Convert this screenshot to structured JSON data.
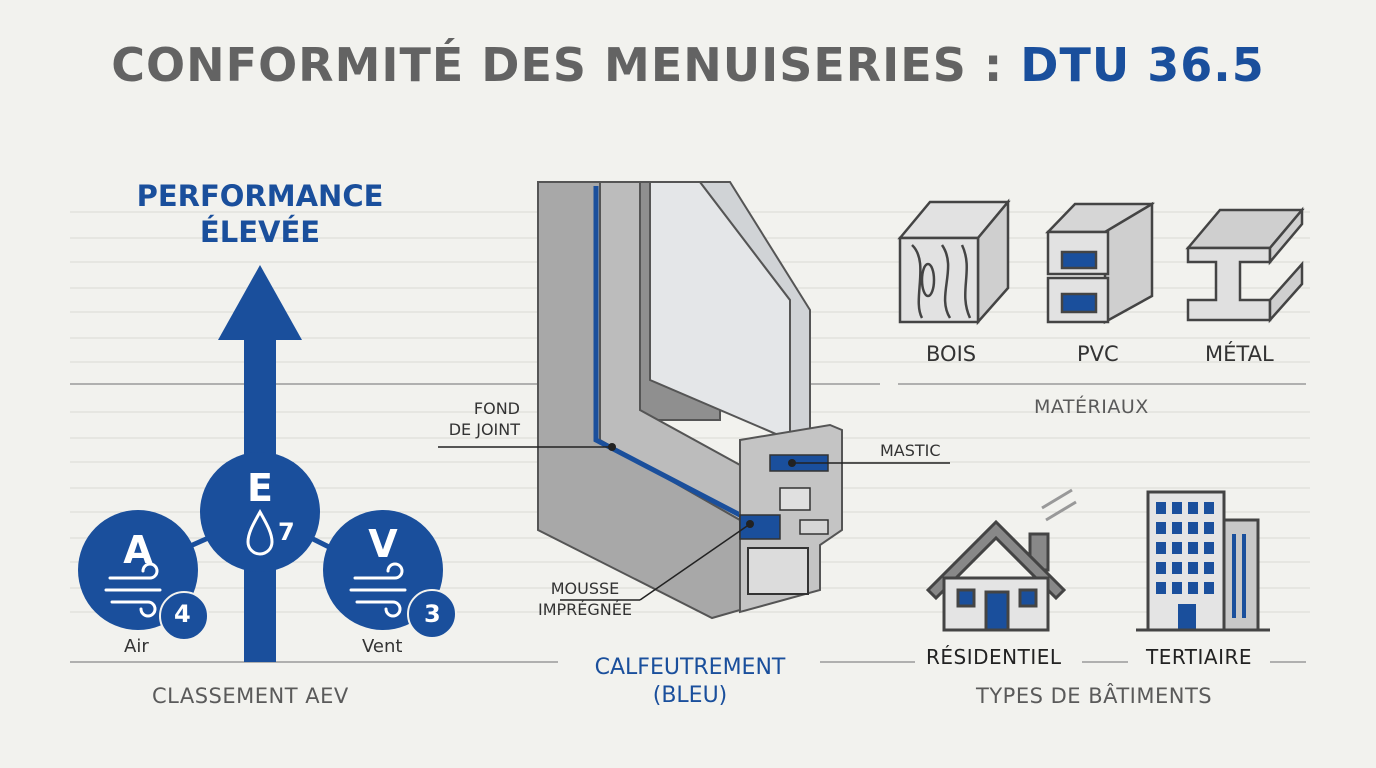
{
  "title": {
    "main": "CONFORMITÉ DES MENUISERIES : ",
    "accent": "DTU 36.5"
  },
  "performance": {
    "line1": "PERFORMANCE",
    "line2": "ÉLEVÉE"
  },
  "aev": {
    "air": {
      "letter": "A",
      "class": "4",
      "label": "Air"
    },
    "eau": {
      "letter": "E",
      "class": "7"
    },
    "vent": {
      "letter": "V",
      "class": "3",
      "label": "Vent"
    },
    "caption": "CLASSEMENT AEV"
  },
  "section": {
    "fond_joint_1": "FOND",
    "fond_joint_2": "DE JOINT",
    "mastic": "MASTIC",
    "mousse_1": "MOUSSE",
    "mousse_2": "IMPRÉGNÉE",
    "calf_1": "CALFEUTREMENT",
    "calf_2": "(BLEU)"
  },
  "materiaux": {
    "bois": "BOIS",
    "pvc": "PVC",
    "metal": "MÉTAL",
    "caption": "MATÉRIAUX"
  },
  "batiments": {
    "residentiel": "RÉSIDENTIEL",
    "tertiaire": "TERTIAIRE",
    "caption": "TYPES DE BÂTIMENTS"
  },
  "colors": {
    "blue": "#1a4f9c",
    "gray": "#636363",
    "background": "#f2f2ee"
  }
}
